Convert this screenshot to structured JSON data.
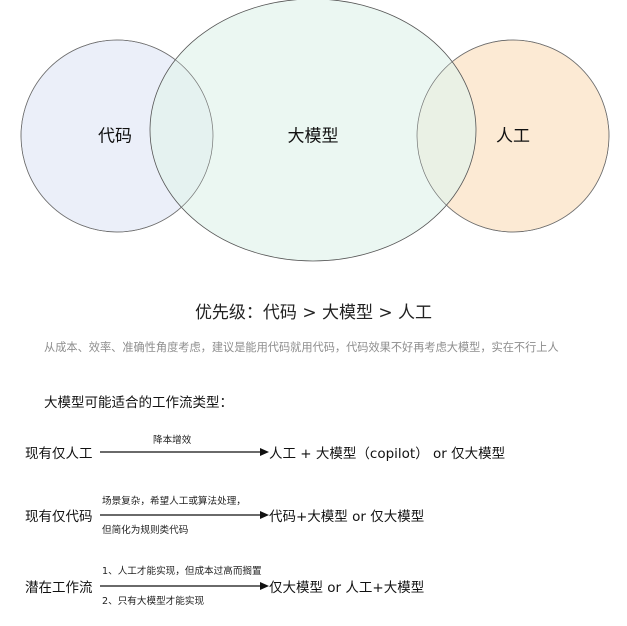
{
  "venn": {
    "circles": [
      {
        "label": "代码",
        "fill": "#e8ecf8"
      },
      {
        "label": "大模型",
        "fill": "#e3f4ec"
      },
      {
        "label": "人工",
        "fill": "#fbe6cc"
      }
    ]
  },
  "priority": "优先级：代码 > 大模型 > 人工",
  "advice": "从成本、效率、准确性角度考虑，建议是能用代码就用代码，代码效果不好再考虑大模型，实在不行上人",
  "section_title": "大模型可能适合的工作流类型：",
  "flows": [
    {
      "source": "现有仅人工",
      "note_above": "降本增效",
      "note_below": "",
      "target": "人工 + 大模型（copilot） or 仅大模型"
    },
    {
      "source": "现有仅代码",
      "note_above": "场景复杂，希望人工或算法处理，",
      "note_below": "但简化为规则类代码",
      "target": "代码+大模型 or 仅大模型"
    },
    {
      "source": "潜在工作流",
      "note_above": "1、人工才能实现，但成本过高而搁置",
      "note_below": "2、只有大模型才能实现",
      "target": "仅大模型 or 人工+大模型"
    }
  ],
  "colors": {
    "code_circle": "#e8ecf8",
    "llm_circle": "#e3f4ec",
    "human_circle": "#fbe6cc",
    "stroke": "#555555",
    "advice_text": "#8d8d8d"
  }
}
